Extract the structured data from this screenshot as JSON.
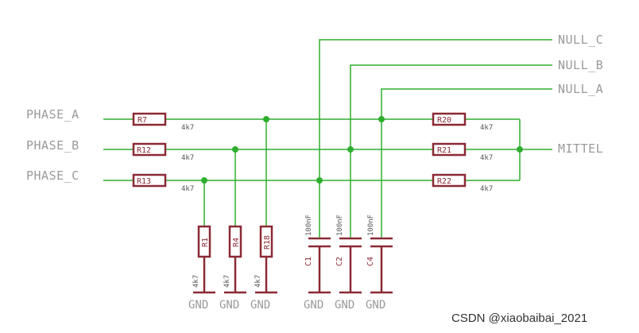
{
  "schematic": {
    "inputs": [
      {
        "label": "PHASE_A",
        "resistor": "R7",
        "value": "4k7"
      },
      {
        "label": "PHASE_B",
        "resistor": "R12",
        "value": "4k7"
      },
      {
        "label": "PHASE_C",
        "resistor": "R13",
        "value": "4k7"
      }
    ],
    "null_nets": [
      "NULL_C",
      "NULL_B",
      "NULL_A"
    ],
    "star_resistors": [
      {
        "ref": "R20",
        "value": "4k7"
      },
      {
        "ref": "R21",
        "value": "4k7"
      },
      {
        "ref": "R22",
        "value": "4k7"
      }
    ],
    "output": "MITTEL",
    "pulldowns": [
      {
        "ref": "R1",
        "value": "4k7",
        "ground": "GND"
      },
      {
        "ref": "R4",
        "value": "4k7",
        "ground": "GND"
      },
      {
        "ref": "R18",
        "value": "4k7",
        "ground": "GND"
      }
    ],
    "capacitors": [
      {
        "ref": "C1",
        "value": "100nF",
        "ground": "GND"
      },
      {
        "ref": "C2",
        "value": "100nF",
        "ground": "GND"
      },
      {
        "ref": "C4",
        "value": "100nF",
        "ground": "GND"
      }
    ]
  },
  "watermark": "CSDN @xiaobaibai_2021"
}
